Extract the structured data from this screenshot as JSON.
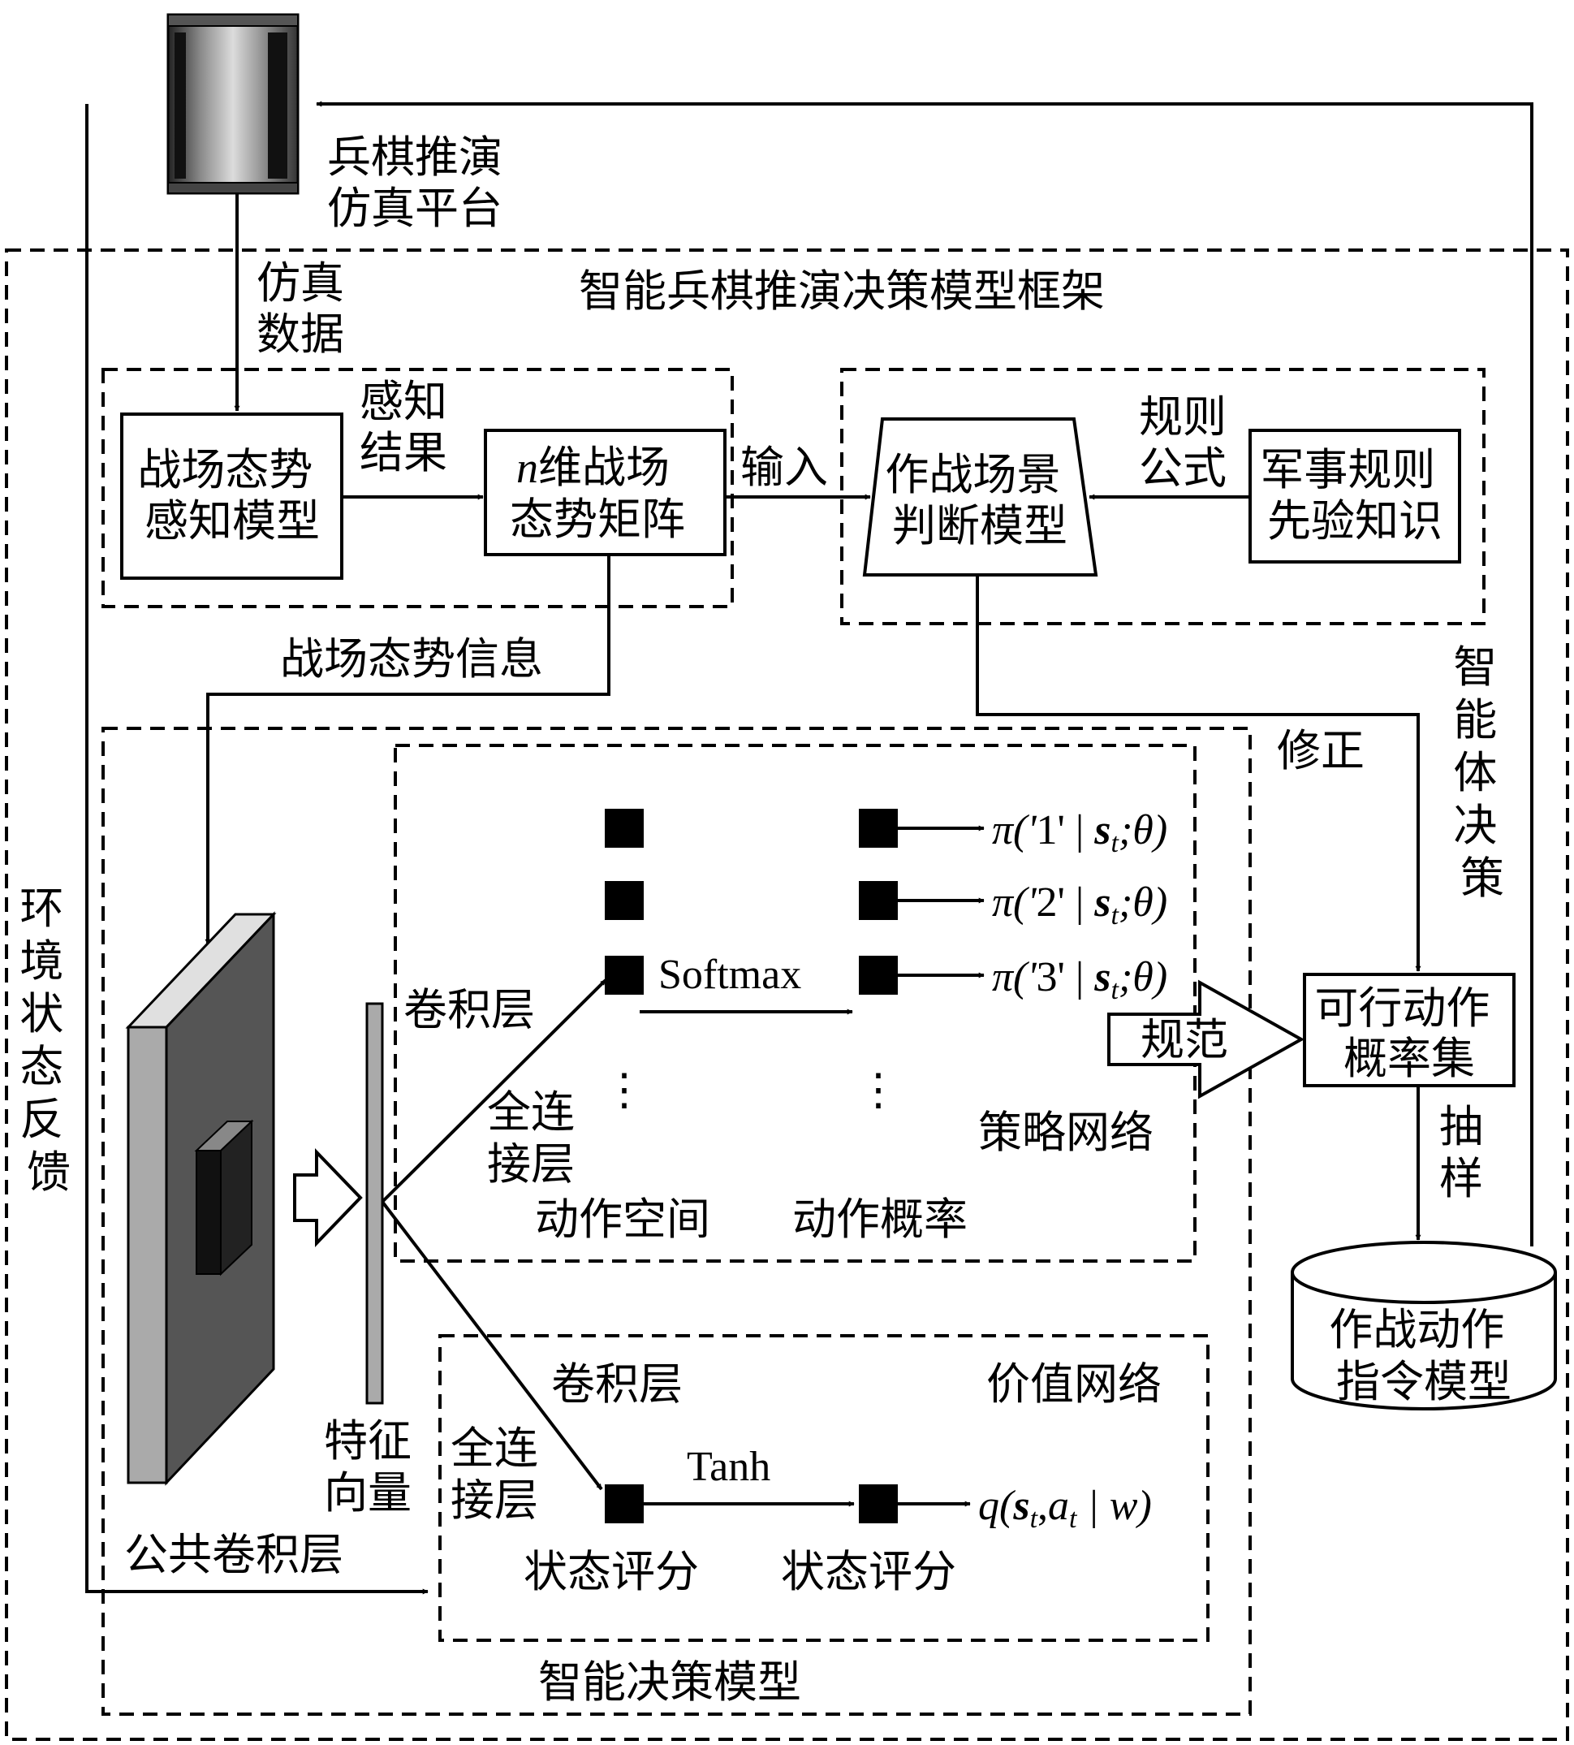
{
  "platform": {
    "label": [
      "兵棋推演",
      "仿真平台"
    ]
  },
  "framework": {
    "title": "智能兵棋推演决策模型框架"
  },
  "labels": {
    "sim_data": [
      "仿真",
      "数据"
    ],
    "perception_result": [
      "感知",
      "结果"
    ],
    "input": "输入",
    "rule_formula": [
      "规则",
      "公式"
    ],
    "battlefield_info": "战场态势信息",
    "correction": "修正",
    "agent_decision": [
      "智",
      "能",
      "体",
      "决",
      "策"
    ],
    "env_feedback": [
      "环",
      "境",
      "状",
      "态",
      "反",
      "馈"
    ],
    "normalize": "规范",
    "sampling": [
      "抽",
      "样"
    ],
    "feature_vector": [
      "特征",
      "向量"
    ],
    "common_conv": "公共卷积层"
  },
  "boxes": {
    "perception_model": [
      "战场态势",
      "感知模型"
    ],
    "matrix": [
      "维战场",
      "态势矩阵"
    ],
    "matrix_italic": "n",
    "scene_model": [
      "作战场景",
      "判断模型"
    ],
    "military_rules": [
      "军事规则",
      "先验知识"
    ],
    "feasible_actions": [
      "可行动作",
      "概率集"
    ],
    "command_model": [
      "作战动作",
      "指令模型"
    ]
  },
  "policy": {
    "title": "策略网络",
    "conv": "卷积层",
    "fc": [
      "全连",
      "接层"
    ],
    "softmax": "Softmax",
    "action_space": "动作空间",
    "action_prob": "动作概率",
    "outputs": [
      {
        "pre": "π('",
        "num": "1",
        "mid": "' | ",
        "s": "s",
        "sub": "t",
        "post": ";θ)"
      },
      {
        "pre": "π('",
        "num": "2",
        "mid": "' | ",
        "s": "s",
        "sub": "t",
        "post": ";θ)"
      },
      {
        "pre": "π('",
        "num": "3",
        "mid": "' | ",
        "s": "s",
        "sub": "t",
        "post": ";θ)"
      }
    ]
  },
  "value": {
    "title": "价值网络",
    "conv": "卷积层",
    "fc": [
      "全连",
      "接层"
    ],
    "tanh": "Tanh",
    "state_score_1": "状态评分",
    "state_score_2": "状态评分",
    "output": {
      "q": "q(",
      "s": "s",
      "sub_t": "t",
      "comma": ",",
      "a": "a",
      "sub_a": "t",
      "rest": " | w)"
    }
  },
  "decision_model": {
    "title": "智能决策模型"
  }
}
